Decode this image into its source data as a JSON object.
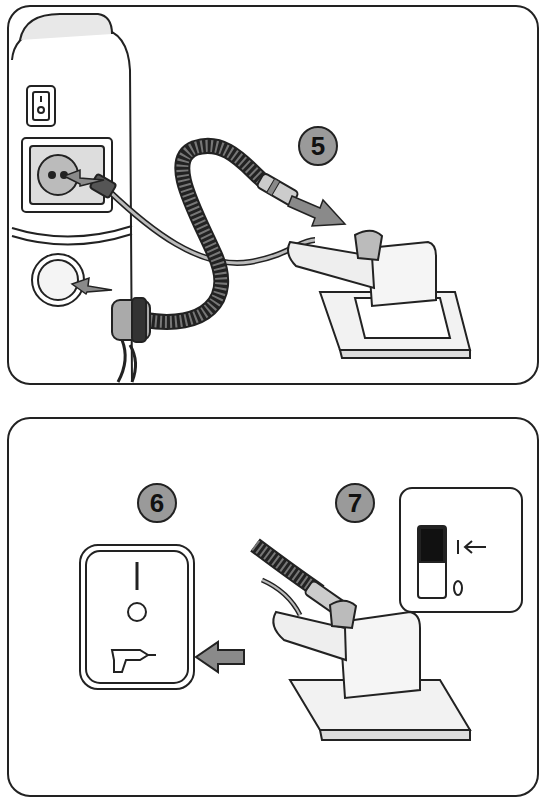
{
  "diagram": {
    "labels": [
      "5",
      "6",
      "7"
    ]
  }
}
